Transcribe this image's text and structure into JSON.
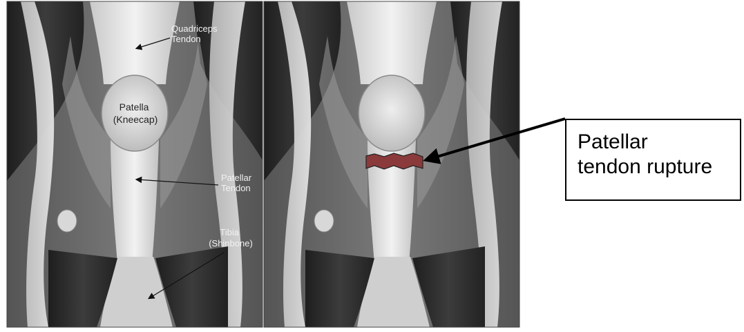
{
  "left_panel": {
    "label_quadriceps": [
      "Quadriceps",
      "Tendon"
    ],
    "label_patella": [
      "Patella",
      "(Kneecap)"
    ],
    "label_patellar": [
      "Patellar",
      "Tendon"
    ],
    "label_tibia": [
      "Tibia",
      "(Shinbone)"
    ]
  },
  "callout": {
    "line1": "Patellar",
    "line2": "tendon rupture"
  },
  "colors": {
    "background": "#5f5f5f",
    "muscle_dark": "#2b2b2b",
    "tendon_light": "#e6e6e6",
    "rupture_red": "#8a3a3a"
  }
}
